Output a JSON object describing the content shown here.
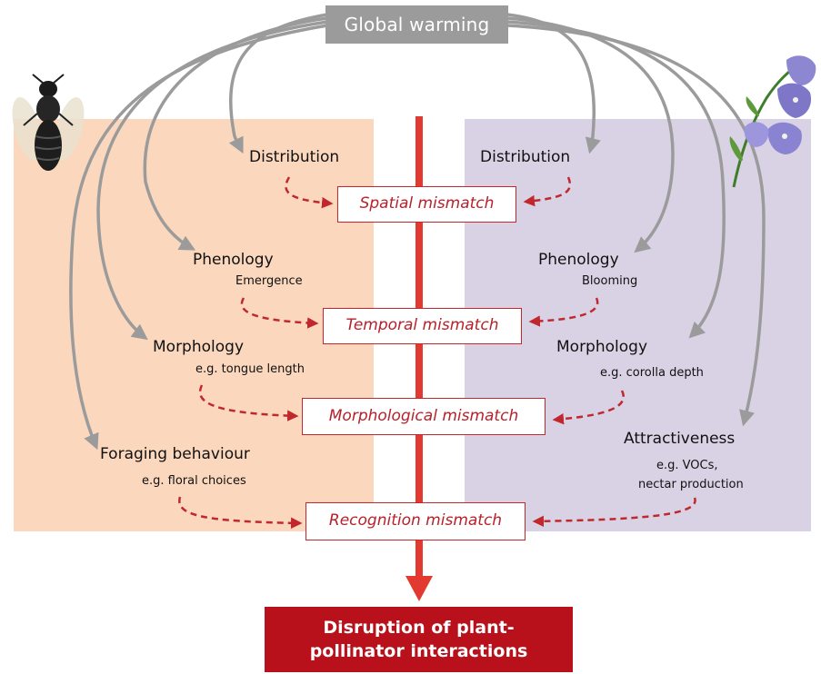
{
  "top": {
    "label": "Global warming"
  },
  "left": {
    "distribution": "Distribution",
    "phenology": "Phenology",
    "phenology_sub": "Emergence",
    "morphology": "Morphology",
    "morphology_sub": "e.g. tongue length",
    "foraging": "Foraging behaviour",
    "foraging_sub": "e.g. floral choices"
  },
  "right": {
    "distribution": "Distribution",
    "phenology": "Phenology",
    "phenology_sub": "Blooming",
    "morphology": "Morphology",
    "morphology_sub": "e.g. corolla depth",
    "attractiveness": "Attractiveness",
    "attractiveness_sub1": "e.g. VOCs,",
    "attractiveness_sub2": "nectar production"
  },
  "mismatches": {
    "spatial": "Spatial mismatch",
    "temporal": "Temporal mismatch",
    "morphological": "Morphological mismatch",
    "recognition": "Recognition mismatch"
  },
  "bottom": {
    "line1": "Disruption of plant-",
    "line2": "pollinator interactions"
  },
  "colors": {
    "left_panel": "#fbd8bd",
    "right_panel": "#d9d2e5",
    "grey_arrow": "#9b9b9b",
    "red": "#c0282d",
    "bottom_box": "#b8111b"
  },
  "icons": [
    "bee-icon",
    "bellflower-icon"
  ]
}
